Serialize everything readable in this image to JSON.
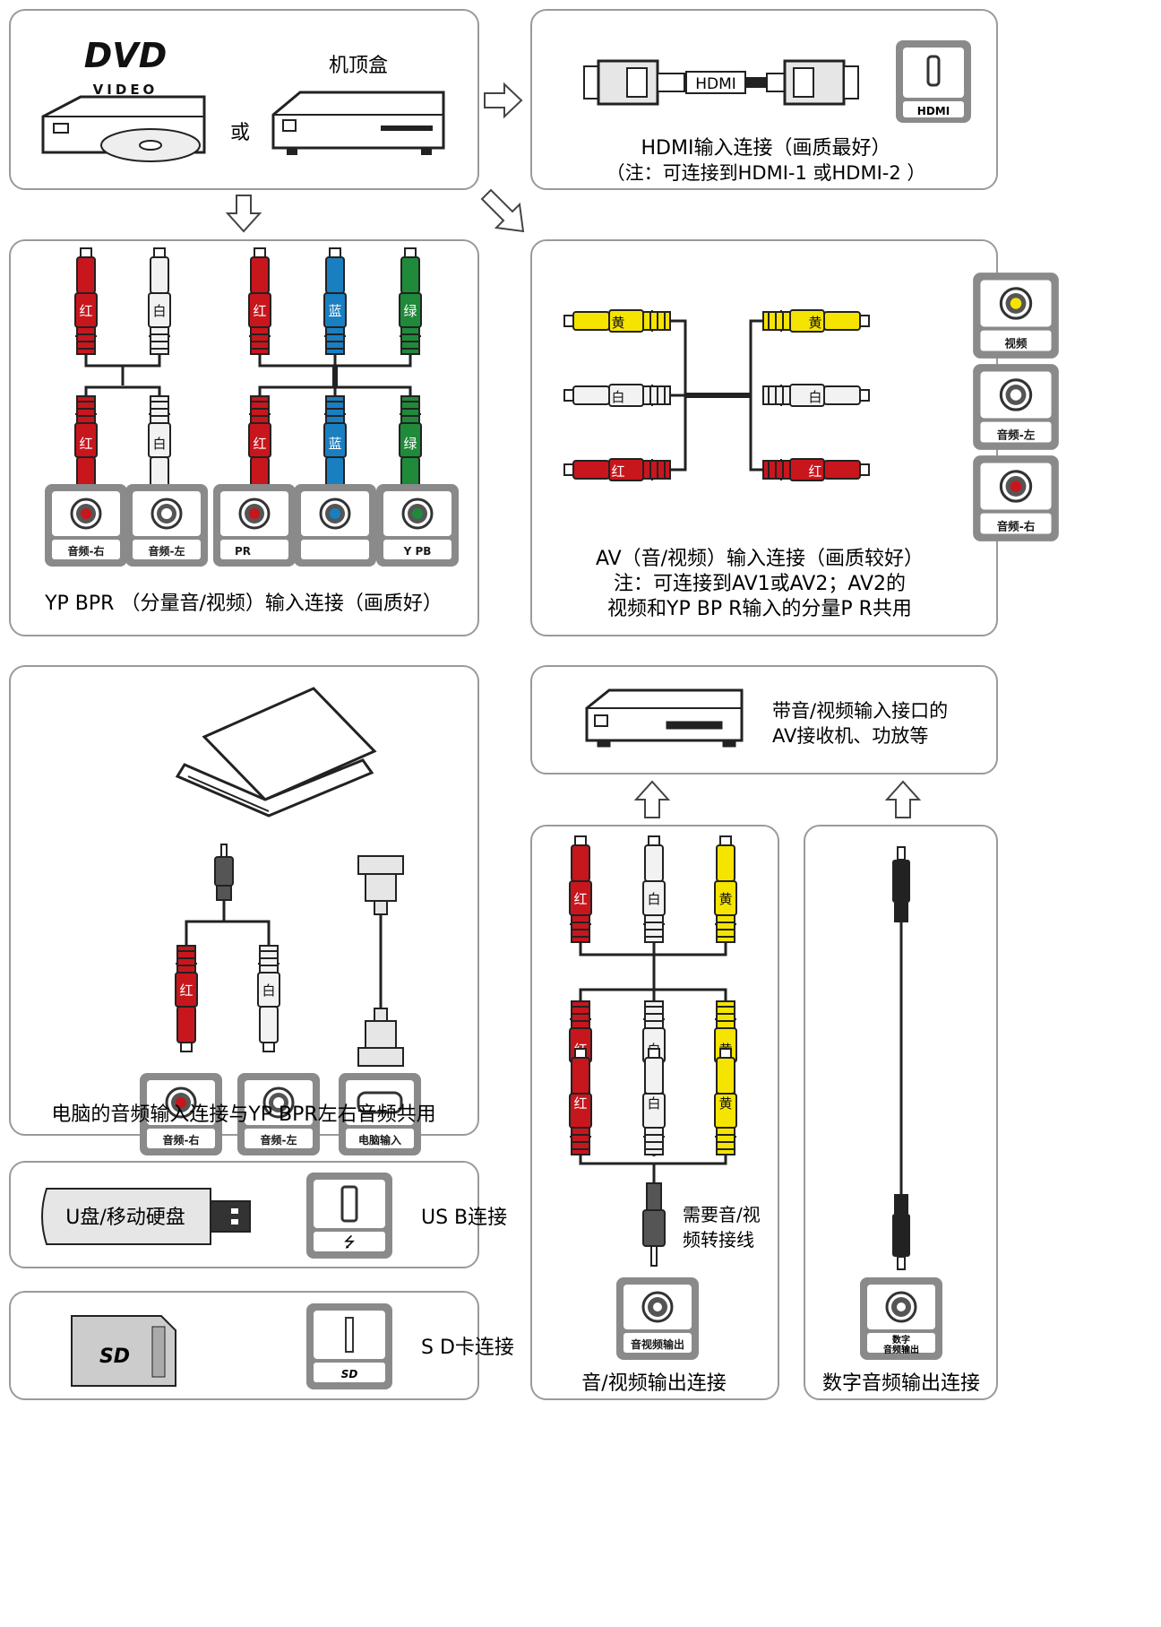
{
  "top_left": {
    "dvd_logo": "DVD",
    "dvd_logo_sub": "VIDEO",
    "stb_label": "机顶盒",
    "or_label": "或"
  },
  "hdmi": {
    "cable_label": "HDMI",
    "port_label": "HDMI",
    "title": "HDMI输入连接（画质最好）",
    "note": "（注：可连接到HDMI-1 或HDMI-2 ）"
  },
  "ypbpr": {
    "plug_labels_top": [
      "红",
      "白",
      "红",
      "蓝",
      "绿"
    ],
    "plug_labels_bottom": [
      "红",
      "白",
      "红",
      "蓝",
      "绿"
    ],
    "ports": [
      "音频-右",
      "音频-左",
      "PR",
      "",
      "Y PB"
    ],
    "caption": "YP BPR （分量音/视频）输入连接（画质好）"
  },
  "av": {
    "plug_labels_left": [
      "黄",
      "白",
      "红"
    ],
    "plug_labels_right": [
      "黄",
      "白",
      "红"
    ],
    "ports": [
      "视频",
      "音频-左",
      "音频-右"
    ],
    "caption_line1": "AV（音/视频）输入连接（画质较好）",
    "caption_line2": "注：可连接到AV1或AV2；AV2的",
    "caption_line3": "视频和YP BP R输入的分量P R共用"
  },
  "pc": {
    "plug_labels": [
      "红",
      "白"
    ],
    "ports": [
      "音频-右",
      "音频-左",
      "电脑输入"
    ],
    "caption": "电脑的音频输入连接与YP BPR左右音频共用"
  },
  "receiver": {
    "caption_line1": "带音/视频输入接口的",
    "caption_line2": "AV接收机、功放等"
  },
  "usb": {
    "stick_label": "U盘/移动硬盘",
    "caption": "US B连接"
  },
  "sd": {
    "card_label": "SD",
    "caption": "S D卡连接"
  },
  "av_out": {
    "plug_labels_top": [
      "红",
      "白",
      "黄"
    ],
    "plug_labels_mid": [
      "红",
      "白",
      "黄"
    ],
    "plug_labels_low": [
      "红",
      "白",
      "黄"
    ],
    "adapter_note_line1": "需要音/视",
    "adapter_note_line2": "频转接线",
    "port_label": "音视频输出",
    "caption": "音/视频输出连接"
  },
  "digital_out": {
    "port_label_line1": "数字",
    "port_label_line2": "音频输出",
    "caption": "数字音频输出连接"
  },
  "colors": {
    "red": "#c8161d",
    "white": "#f2f2f2",
    "blue": "#1a7fc1",
    "green": "#1f8a3a",
    "yellow": "#f5e400",
    "panel_border": "#9a9a9a",
    "port_frame": "#8a8a8a"
  }
}
